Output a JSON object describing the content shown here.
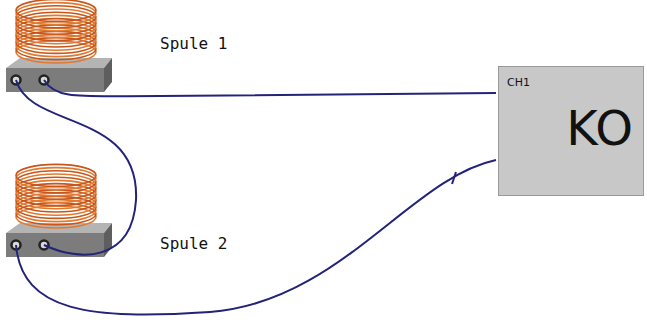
{
  "diagram": {
    "nodes": [
      {
        "text": [
          "CH1",
          "KO"
        ]
      }
    ],
    "labels": [
      "Spule 1",
      "Spule 2"
    ]
  }
}
